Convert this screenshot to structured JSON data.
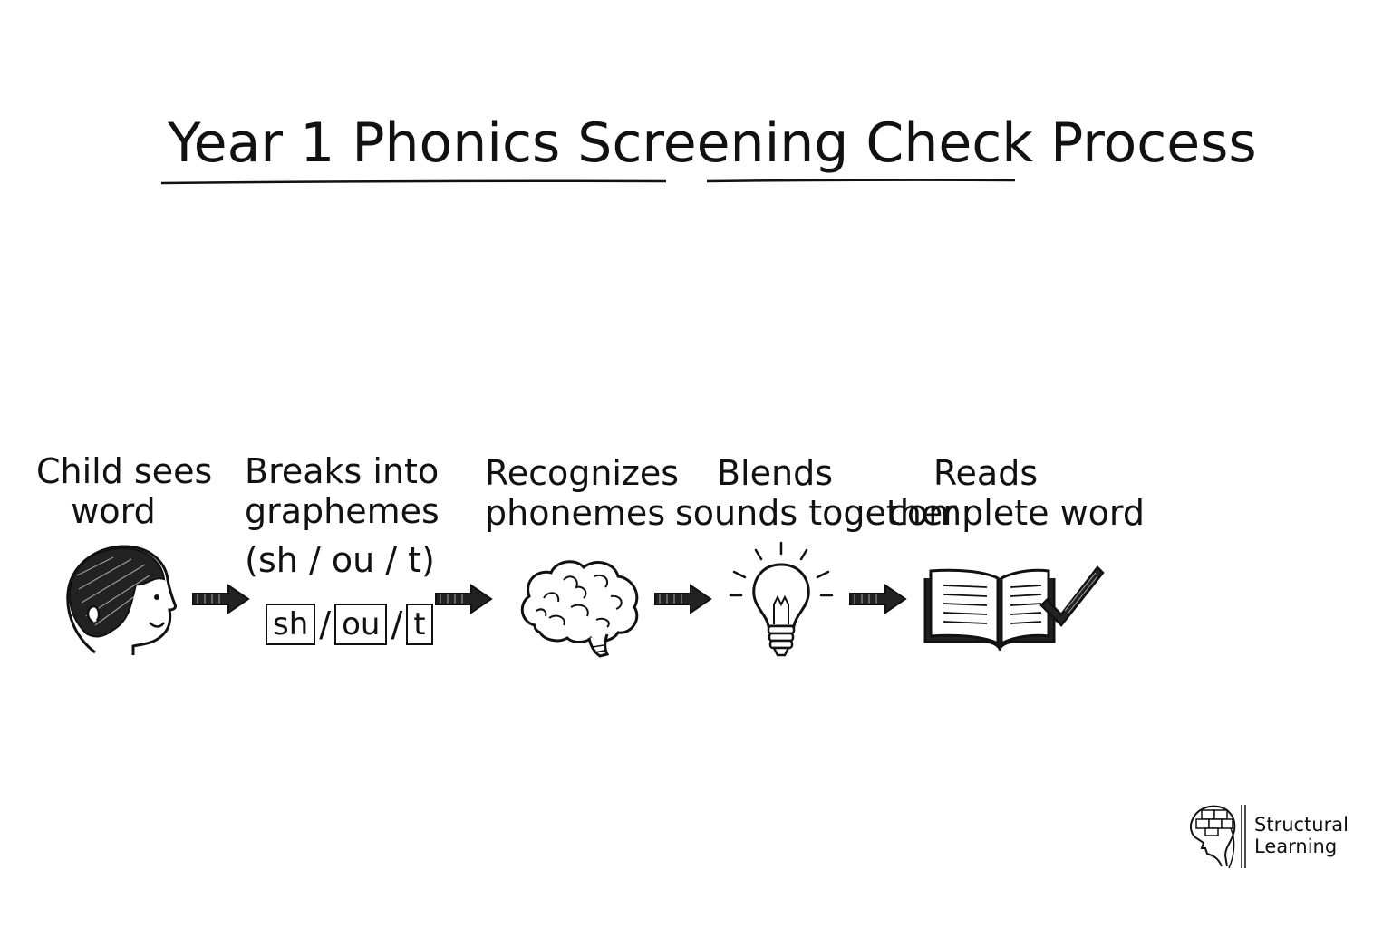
{
  "title": "Year 1 Phonics Screening Check Process",
  "steps": [
    {
      "line1": "Child sees",
      "line2": "word",
      "icon": "child-face-icon"
    },
    {
      "line1": "Breaks into",
      "line2": "graphemes",
      "line3": "(sh / ou / t)",
      "icon": "grapheme-tiles-icon"
    },
    {
      "line1": "Recognizes",
      "line2": "phonemes",
      "icon": "brain-icon"
    },
    {
      "line1": "Blends",
      "line2": "sounds together",
      "icon": "lightbulb-icon"
    },
    {
      "line1": "Reads",
      "line2": "complete word",
      "icon": "open-book-check-icon"
    }
  ],
  "graphemes": [
    "sh",
    "ou",
    "t"
  ],
  "logo": {
    "line1": "Structural",
    "line2": "Learning"
  }
}
